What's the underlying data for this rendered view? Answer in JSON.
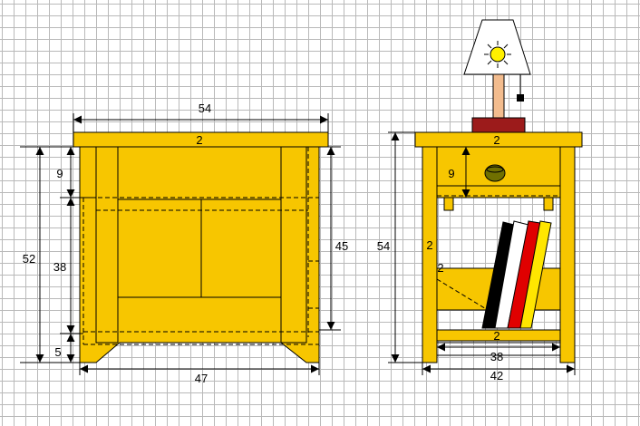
{
  "colors": {
    "wood": "#f7c600",
    "lamp_post": "#f3bc8e",
    "lamp_base": "#9c1b1b",
    "knob": "#707000",
    "sun": "#fff000",
    "book_black": "#000000",
    "book_white": "#ffffff",
    "book_red": "#e00000",
    "book_yellow": "#ffe600",
    "grid": "#b9b9b9"
  },
  "front_view": {
    "top_width": "54",
    "top_thickness": "2",
    "apron_height": "9",
    "door_height": "38",
    "leg_height": "52",
    "base_height": "5",
    "side_height": "45",
    "bottom_width": "47"
  },
  "side_view": {
    "total_height": "54",
    "top_thickness": "2",
    "drawer_height": "9",
    "leg_thickness": "2",
    "rail_thickness": "2",
    "shelf_thickness": "2",
    "inner_width": "38",
    "overall_width": "42"
  },
  "icons": {
    "lamp": "table-lamp-icon",
    "sun": "sun-icon",
    "knob": "drawer-knob-icon",
    "books": "books-icon"
  }
}
